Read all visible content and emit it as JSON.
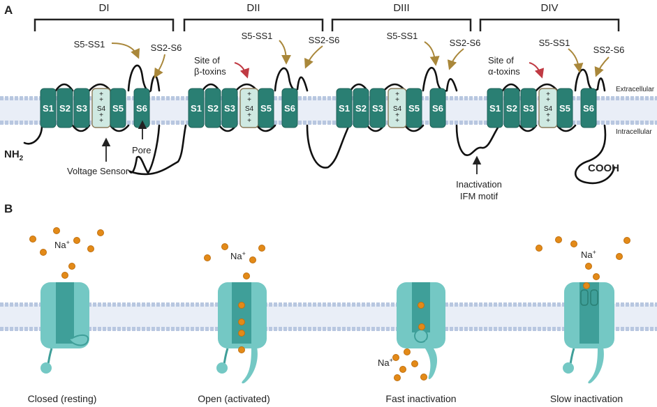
{
  "panels": {
    "a": "A",
    "b": "B"
  },
  "domains": [
    "DI",
    "DII",
    "DIII",
    "DIV"
  ],
  "segments": [
    "S1",
    "S2",
    "S3",
    "S4",
    "S5",
    "S6"
  ],
  "s4_charges": "+",
  "loop_labels": {
    "s5_ss1": "S5-SS1",
    "ss2_s6": "SS2-S6"
  },
  "membrane": {
    "extracellular": "Extracellular",
    "intracellular": "Intracellular"
  },
  "annotations": {
    "nh2": "NH",
    "nh2_sub": "2",
    "cooh": "COOH",
    "pore": "Pore",
    "voltage_sensor": "Voltage Sensor",
    "site_of": "Site of",
    "beta_toxins": "β-toxins",
    "alpha_toxins": "α-toxins",
    "inactivation_line1": "Inactivation",
    "inactivation_line2": "IFM motif"
  },
  "ion": {
    "label": "Na",
    "charge": "+"
  },
  "states": [
    "Closed (resting)",
    "Open (activated)",
    "Fast inactivation",
    "Slow inactivation"
  ],
  "colors": {
    "segment_fill": "#2a7f73",
    "s4_fill": "#cfe9e2",
    "channel_light": "#74c8c4",
    "channel_dark": "#3f9f99",
    "membrane_head": "#b8c7e0",
    "ion": "#e38a18",
    "arrow_gold": "#a9873a",
    "arrow_red": "#c03a43"
  }
}
